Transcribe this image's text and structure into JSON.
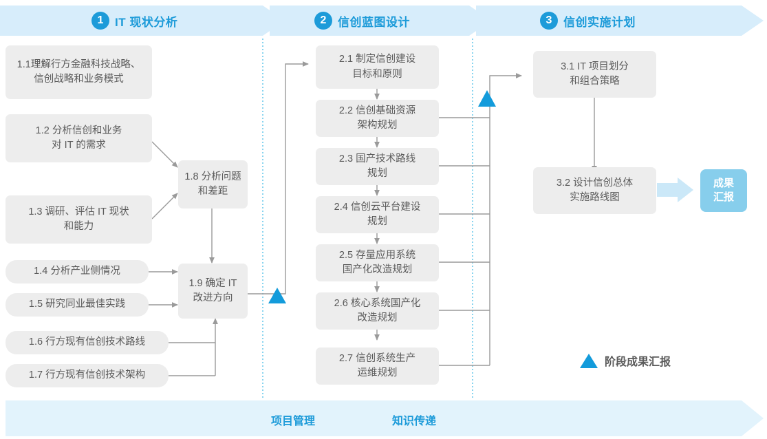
{
  "phases": [
    {
      "num": "1",
      "label": "IT 现状分析"
    },
    {
      "num": "2",
      "label": "信创蓝图设计"
    },
    {
      "num": "3",
      "label": "信创实施计划"
    }
  ],
  "colors": {
    "band": "#D7EDFB",
    "band_bottom": "#E2F3FC",
    "accent": "#1D9BD9",
    "triangle": "#139BDB",
    "box_fill": "#EDEDED",
    "box_text": "#5A5A5A",
    "connector": "#9A9A9A",
    "divider": "#56C2E8",
    "result_fill": "#87CEEC",
    "result_arrow": "#CBE8F8"
  },
  "phase1_boxes": [
    {
      "id": "1.1",
      "text": "1.1理解行方金融科技战略、\n信创战略和业务模式"
    },
    {
      "id": "1.2",
      "text": "1.2 分析信创和业务\n对 IT 的需求"
    },
    {
      "id": "1.3",
      "text": "1.3 调研、评估 IT 现状\n和能力"
    },
    {
      "id": "1.4",
      "text": "1.4 分析产业侧情况"
    },
    {
      "id": "1.5",
      "text": "1.5 研究同业最佳实践"
    },
    {
      "id": "1.6",
      "text": "1.6 行方现有信创技术路线"
    },
    {
      "id": "1.7",
      "text": "1.7 行方现有信创技术架构"
    },
    {
      "id": "1.8",
      "text": "1.8 分析问题\n和差距"
    },
    {
      "id": "1.9",
      "text": "1.9 确定 IT\n改进方向"
    }
  ],
  "phase2_boxes": [
    {
      "id": "2.1",
      "text": "2.1 制定信创建设\n目标和原则"
    },
    {
      "id": "2.2",
      "text": "2.2 信创基础资源\n架构规划"
    },
    {
      "id": "2.3",
      "text": "2.3 国产技术路线\n规划"
    },
    {
      "id": "2.4",
      "text": "2.4 信创云平台建设\n规划"
    },
    {
      "id": "2.5",
      "text": "2.5 存量应用系统\n国产化改造规划"
    },
    {
      "id": "2.6",
      "text": "2.6 核心系统国产化\n改造规划"
    },
    {
      "id": "2.7",
      "text": "2.7 信创系统生产\n运维规划"
    }
  ],
  "phase3_boxes": [
    {
      "id": "3.1",
      "text": "3.1 IT 项目划分\n和组合策略"
    },
    {
      "id": "3.2",
      "text": "3.2 设计信创总体\n实施路线图"
    }
  ],
  "result": {
    "text": "成果\n汇报"
  },
  "legend": {
    "text": "阶段成果汇报",
    "icon": "triangle-up-icon"
  },
  "bottom_lanes": [
    {
      "label": "项目管理"
    },
    {
      "label": "知识传递"
    }
  ]
}
